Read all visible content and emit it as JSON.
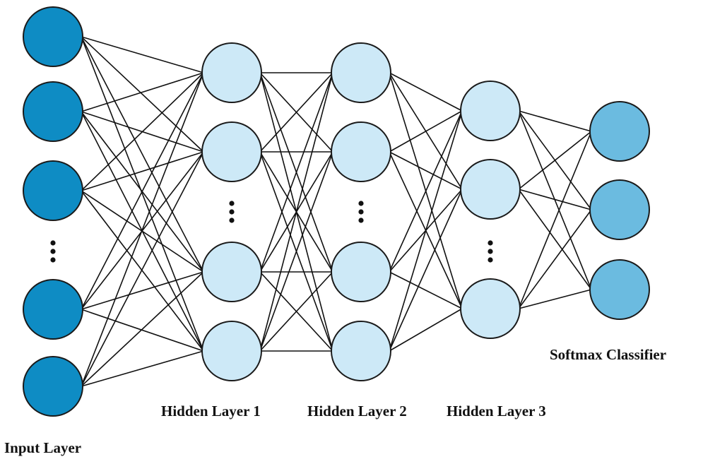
{
  "diagram": {
    "colors": {
      "input_node": "#0e8cc4",
      "hidden_node": "#cde9f7",
      "output_node": "#6bbbe0",
      "edge": "#111111",
      "outline": "#1a1a1a",
      "ellipsis": "#111111"
    },
    "layers": [
      {
        "id": "input",
        "label": "Input Layer",
        "visible_nodes": 5,
        "ellipsis": true
      },
      {
        "id": "hidden1",
        "label": "Hidden Layer 1",
        "visible_nodes": 4,
        "ellipsis": true
      },
      {
        "id": "hidden2",
        "label": "Hidden Layer 2",
        "visible_nodes": 4,
        "ellipsis": true
      },
      {
        "id": "hidden3",
        "label": "Hidden Layer 3",
        "visible_nodes": 3,
        "ellipsis": true
      },
      {
        "id": "output",
        "label": "Softmax Classifier",
        "visible_nodes": 3,
        "ellipsis": false
      }
    ]
  }
}
